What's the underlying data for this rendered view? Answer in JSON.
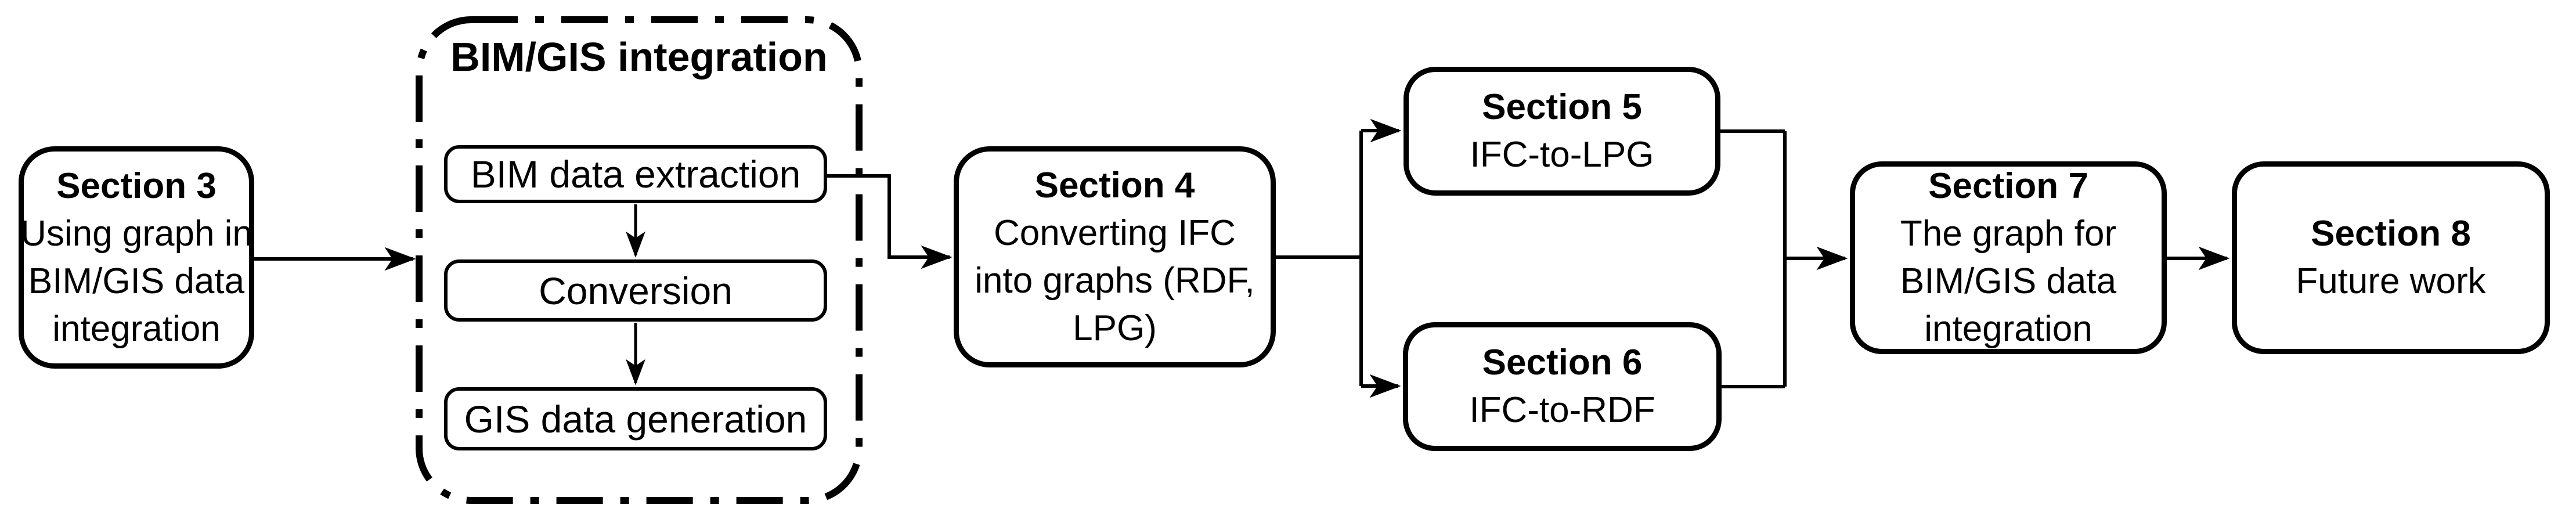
{
  "diagram": {
    "background_color": "#ffffff",
    "stroke_color": "#000000",
    "group": {
      "title": "BIM/GIS integration",
      "border_style": "dash-dot",
      "children": {
        "bim_extraction": {
          "label": "BIM data extraction"
        },
        "conversion": {
          "label": "Conversion"
        },
        "gis_generation": {
          "label": "GIS data generation"
        }
      }
    },
    "nodes": {
      "section3": {
        "lines": [
          "Section 3",
          "Using graph in",
          "BIM/GIS data",
          "integration"
        ]
      },
      "section4": {
        "lines": [
          "Section 4",
          "Converting IFC",
          "into graphs (RDF,",
          "LPG)"
        ]
      },
      "section5": {
        "lines": [
          "Section 5",
          "IFC-to-LPG"
        ]
      },
      "section6": {
        "lines": [
          "Section 6",
          "IFC-to-RDF"
        ]
      },
      "section7": {
        "lines": [
          "Section 7",
          "The graph for",
          "BIM/GIS data",
          "integration"
        ]
      },
      "section8": {
        "lines": [
          "Section 8",
          "Future work"
        ]
      }
    },
    "edges": [
      "section3 -> bimgis-group",
      "bim_extraction -> conversion",
      "conversion -> gis_generation",
      "bim_extraction -> section4",
      "section4 -> section5",
      "section4 -> section6",
      "section5 -> section7",
      "section6 -> section7",
      "section7 -> section8"
    ]
  }
}
